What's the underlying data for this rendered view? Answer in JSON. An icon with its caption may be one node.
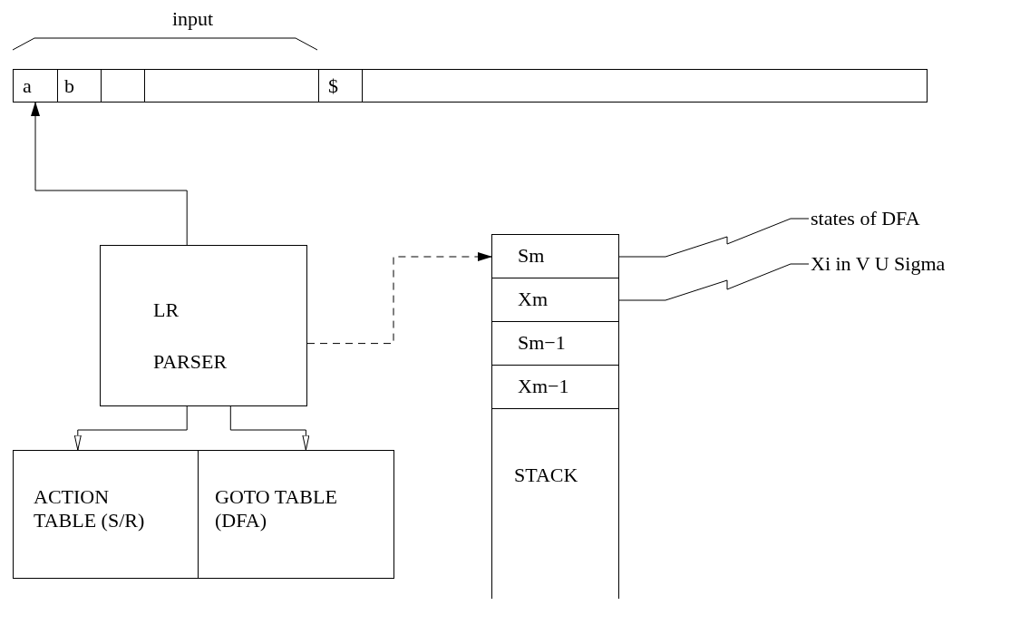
{
  "diagram": {
    "nodes": [
      {
        "text": [],
        "shape": "box"
      },
      {
        "text": [
          "a"
        ],
        "in": 0
      },
      {
        "text": [
          "b"
        ],
        "in": 0
      },
      {
        "text": [],
        "shape": "box",
        "in": 0
      },
      {
        "text": [],
        "shape": "box",
        "in": 0
      },
      {
        "text": [
          "$"
        ],
        "in": 0
      },
      {
        "text": [],
        "shape": "box",
        "in": 0
      },
      {
        "text": [
          "LR PARSER"
        ]
      },
      {
        "text": [
          "STACK"
        ]
      },
      {
        "text": [
          "Sm"
        ],
        "in": 8
      },
      {
        "text": [
          "Xm"
        ],
        "in": 8
      },
      {
        "text": [
          "Sm−1"
        ],
        "in": 8
      },
      {
        "text": [
          "Xm−1"
        ],
        "in": 8
      },
      {
        "text": [
          "ACTION TABLE (S/R)"
        ]
      },
      {
        "text": [
          "GOTO TABLE (DFA)"
        ]
      },
      {
        "text": [
          "states of DFA"
        ]
      },
      {
        "text": [
          "Xi in V U Sigma"
        ]
      }
    ],
    "edges": [
      {
        "from": 7,
        "to": 1,
        "arrow": "to"
      },
      {
        "from": 7,
        "to": 9,
        "arrow": "to",
        "style": "dashed"
      },
      {
        "from": 7,
        "to": 13,
        "arrow": "to"
      },
      {
        "from": 7,
        "to": 14,
        "arrow": "to"
      },
      {
        "from": 15,
        "to": 9,
        "arrow": "none"
      },
      {
        "from": 16,
        "to": 10,
        "arrow": "none"
      }
    ],
    "labels": [
      "input"
    ]
  }
}
